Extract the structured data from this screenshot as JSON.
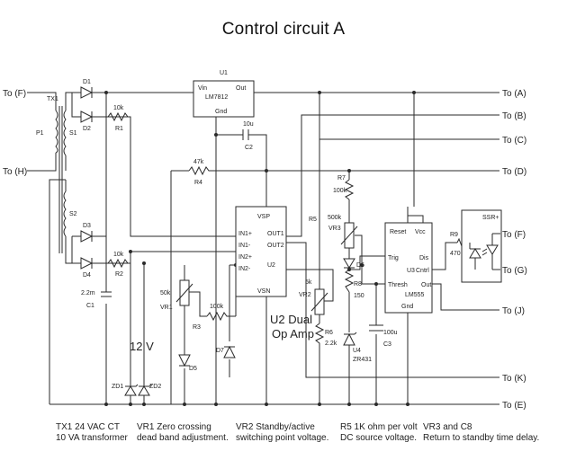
{
  "title": "Control circuit A",
  "outputs": [
    "To (A)",
    "To (B)",
    "To (C)",
    "To (D)",
    "To (F)",
    "To (G)",
    "To (J)",
    "To (K)",
    "To (E)"
  ],
  "inputs": [
    "To (F)",
    "To (H)"
  ],
  "components": {
    "tx1": "TX1",
    "p1": "P1",
    "s1": "S1",
    "s2": "S2",
    "d1": "D1",
    "d2": "D2",
    "d3": "D3",
    "d4": "D4",
    "d5": "D5",
    "d6": "D6",
    "d7": "D7",
    "u1": "U1",
    "u1_part": "LM7812",
    "u1_vin": "Vin",
    "u1_out": "Out",
    "u1_gnd": "Gnd",
    "r1_val": "10k",
    "r1": "R1",
    "r2_val": "10k",
    "r2": "R2",
    "r3_val": "100k",
    "r3": "R3",
    "r4_val": "47k",
    "r4": "R4",
    "r5": "R5",
    "r6": "R6",
    "r6_val": "2.2k",
    "r7": "R7",
    "r7_val": "100k",
    "r8": "R8",
    "r8_val": "150",
    "r9": "R9",
    "r9_val": "470",
    "c1": "C1",
    "c1_val": "2.2m",
    "c2": "C2",
    "c2_val": "10u",
    "c3": "C3",
    "c3_val": "100u",
    "vr1": "VR1",
    "vr1_val": "50k",
    "vr2": "VR2",
    "vr2_val": "5k",
    "vr3": "VR3",
    "vr3_val": "500k",
    "zd1": "ZD1",
    "zd2": "ZD2",
    "twelve_v": "12 V",
    "u2_vsp": "VSP",
    "u2_in1p": "IN1+",
    "u2_in1m": "IN1-",
    "u2_in2p": "IN2+",
    "u2_in2m": "IN2-",
    "u2_out1": "OUT1",
    "u2_out2": "OUT2",
    "u2_vsn": "VSN",
    "u2": "U2",
    "u2_label1": "U2 Dual",
    "u2_label2": "Op Amp",
    "u3_reset": "Reset",
    "u3_vcc": "Vcc",
    "u3_trig": "Trig",
    "u3_dis": "Dis",
    "u3_ctrl": "Cntrl",
    "u3_thresh": "Thresh",
    "u3_out": "Out",
    "u3_gnd": "Gnd",
    "u3": "U3",
    "u3_part": "LM555",
    "u4": "U4",
    "u4_part": "ZR431",
    "ssr": "SSR+"
  },
  "notes": [
    [
      "TX1  24 VAC CT",
      "10 VA transformer"
    ],
    [
      "VR1 Zero crossing",
      "dead band adjustment."
    ],
    [
      "VR2 Standby/active",
      "switching point voltage."
    ],
    [
      "R5 1K ohm per volt",
      "DC source voltage."
    ],
    [
      "VR3 and C8",
      "Return to standby time delay."
    ]
  ]
}
